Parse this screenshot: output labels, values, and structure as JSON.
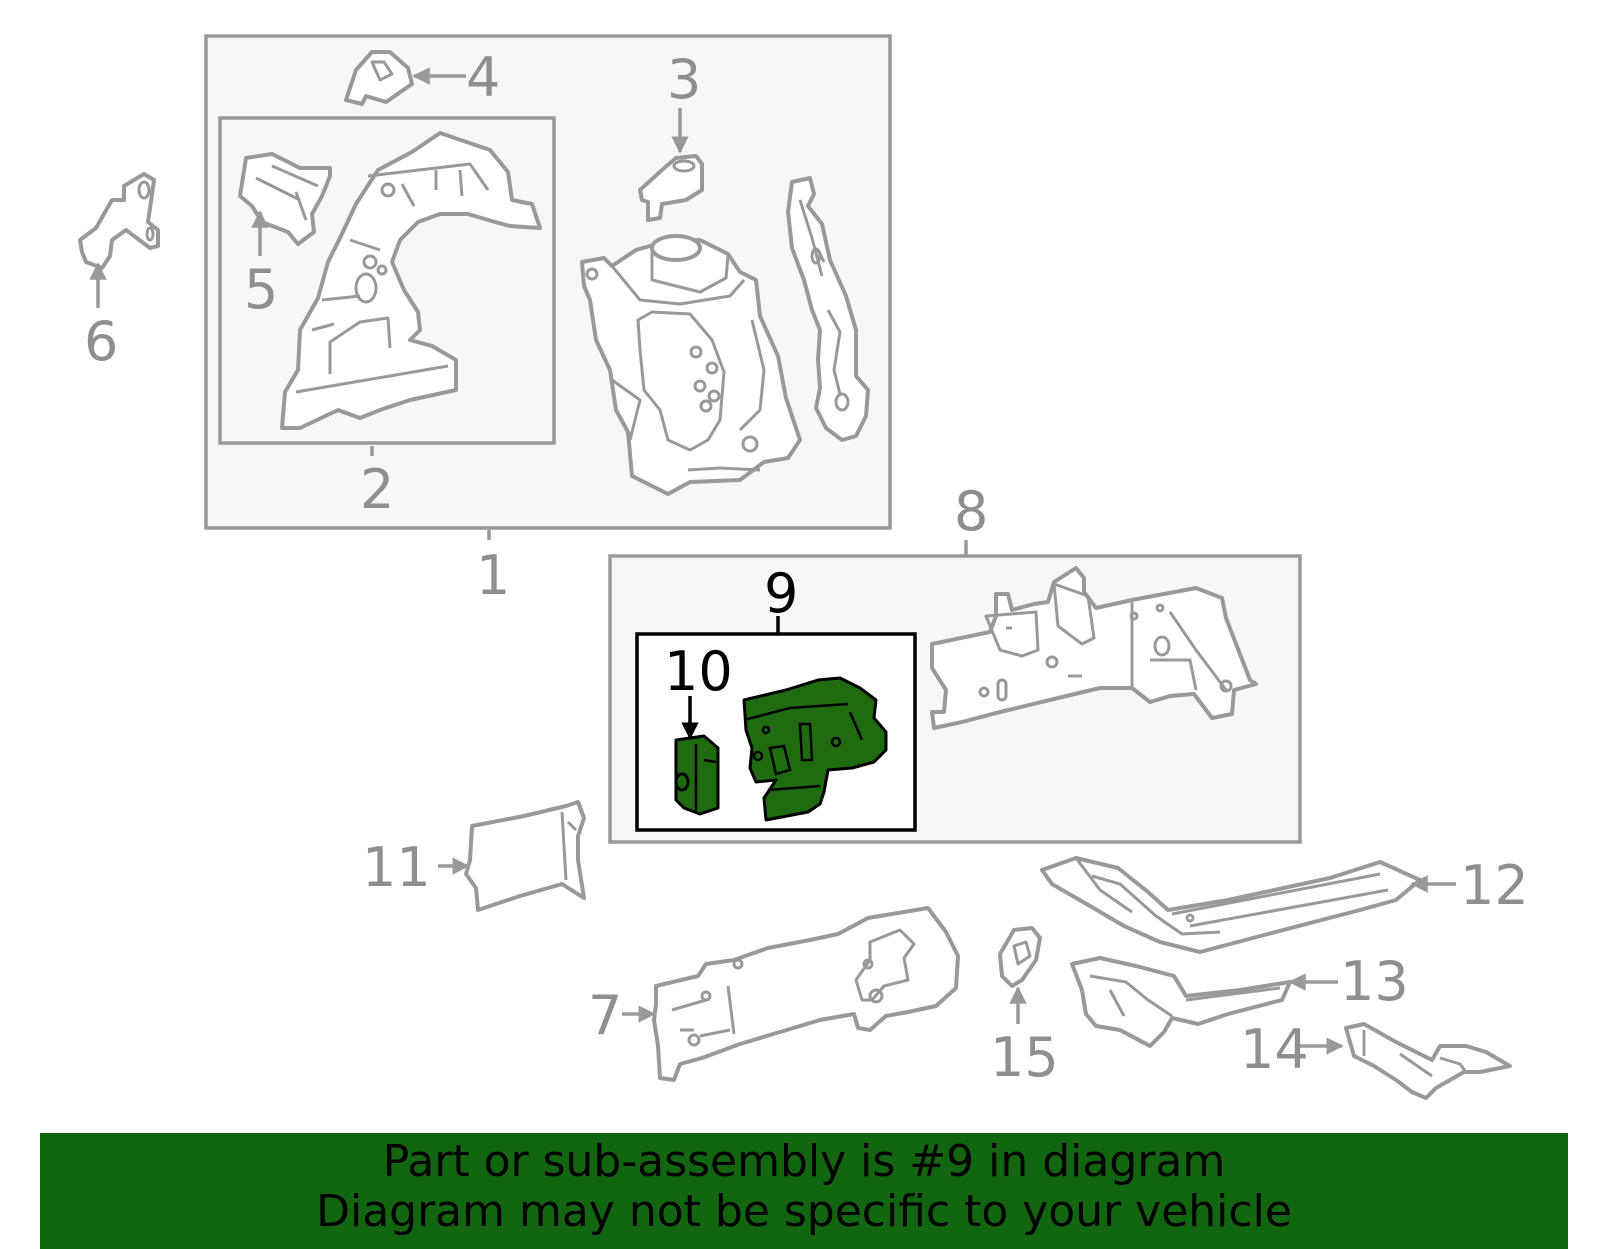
{
  "callouts": {
    "c1": "1",
    "c2": "2",
    "c3": "3",
    "c4": "4",
    "c5": "5",
    "c6": "6",
    "c7": "7",
    "c8": "8",
    "c9": "9",
    "c10": "10",
    "c11": "11",
    "c12": "12",
    "c13": "13",
    "c14": "14",
    "c15": "15"
  },
  "highlighted_part": "9",
  "banner": {
    "line1": "Part or sub-assembly is #9 in diagram",
    "line2": "Diagram may not be specific to your vehicle"
  },
  "colors": {
    "highlight_fill": "#1e6b10",
    "banner_background": "#136610",
    "part_outline": "#999999",
    "group_box_fill": "#f7f7f7"
  }
}
